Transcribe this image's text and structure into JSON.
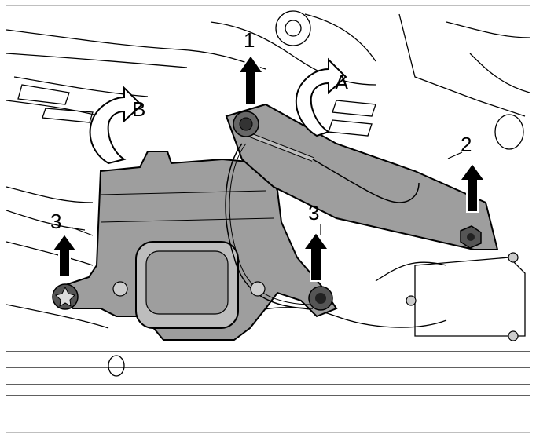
{
  "figure": {
    "description_free": true,
    "colors": {
      "line": "#000000",
      "bracket_fill": "#9e9e9e",
      "bracket_fill_light": "#bdbdbd",
      "arrow_fill": "#000000",
      "background": "#ffffff"
    },
    "callouts": {
      "step1": "1",
      "step2": "2",
      "step3_left": "3",
      "step3_right": "3",
      "rotate_a": "A",
      "rotate_b": "B"
    },
    "icons": [
      "up-arrow-icon",
      "curved-arrow-icon",
      "bolt-icon",
      "torx-screw-icon",
      "nut-icon"
    ]
  }
}
